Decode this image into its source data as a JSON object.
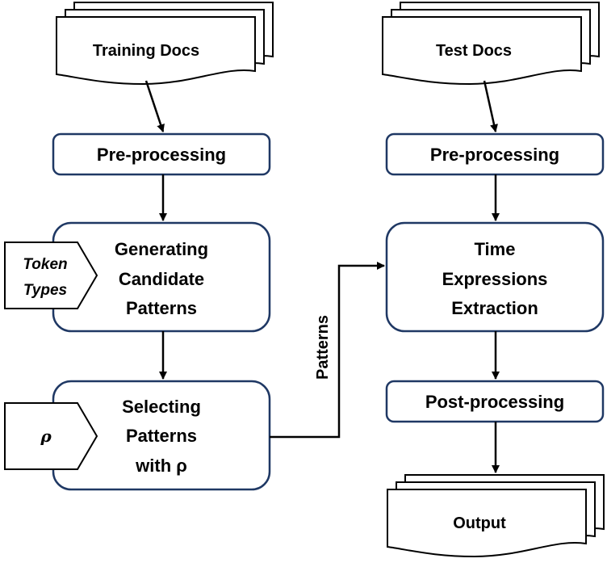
{
  "doc_stacks": {
    "training_docs": "Training Docs",
    "test_docs": "Test Docs",
    "output": "Output"
  },
  "left_flow": {
    "preprocessing": "Pre-processing",
    "generating": [
      "Generating",
      "Candidate",
      "Patterns"
    ],
    "selecting": [
      "Selecting",
      "Patterns",
      "with ρ"
    ]
  },
  "right_flow": {
    "preprocessing": "Pre-processing",
    "extraction": [
      "Time",
      "Expressions",
      "Extraction"
    ],
    "postprocessing": "Post-processing"
  },
  "inputs": {
    "token_types": [
      "Token",
      "Types"
    ],
    "rho": "ρ"
  },
  "edge_label": "Patterns",
  "colors": {
    "box_border": "#1f3864",
    "doc_border": "#000000",
    "arrow": "#000000"
  }
}
